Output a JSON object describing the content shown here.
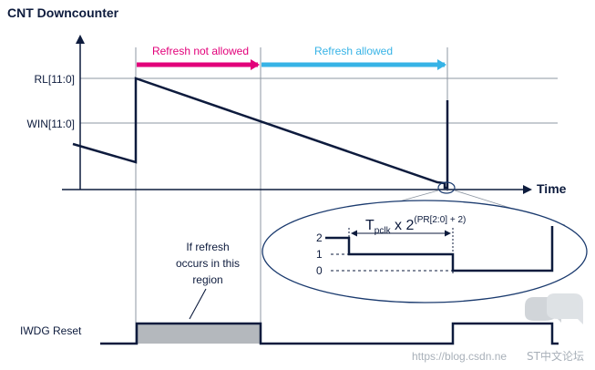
{
  "title": "CNT Downcounter",
  "labels": {
    "rl": "RL[11:0]",
    "win": "WIN[11:0]",
    "time": "Time",
    "iwdg_reset": "IWDG Reset",
    "refresh_not_allowed": "Refresh not allowed",
    "refresh_allowed": "Refresh allowed",
    "note_line1": "If refresh",
    "note_line2": "occurs in this",
    "note_line3": "region"
  },
  "zoom": {
    "level_2": "2",
    "level_1": "1",
    "level_0": "0",
    "formula_base": "T",
    "formula_sub": "pclk",
    "formula_mid": " x 2",
    "formula_sup": "(PR[2:0] + 2)"
  },
  "watermark": {
    "url": "https://blog.csdn.ne",
    "brand": "ST中文论坛"
  },
  "colors": {
    "navy": "#0d1b3d",
    "magenta": "#e2007a",
    "cyan": "#37b3e6",
    "grey_region": "#b4b8bd",
    "grid": "#8e97a3"
  }
}
